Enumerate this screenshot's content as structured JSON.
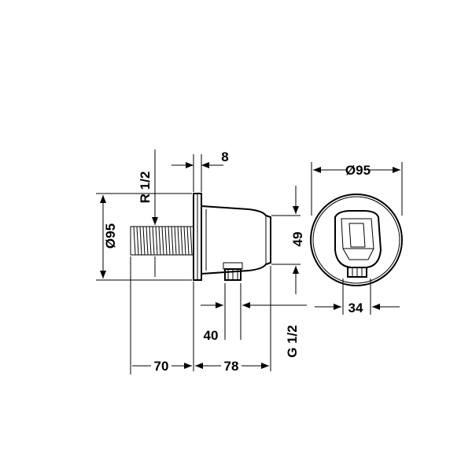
{
  "dimensions": {
    "thread_r": "R 1/2",
    "flange_thickness": "8",
    "side_diameter": "Ø95",
    "front_diameter": "Ø95",
    "height": "49",
    "outlet_offset": "40",
    "outlet_thread": "G 1/2",
    "rear_length": "70",
    "body_length": "78",
    "holder_width": "34"
  }
}
